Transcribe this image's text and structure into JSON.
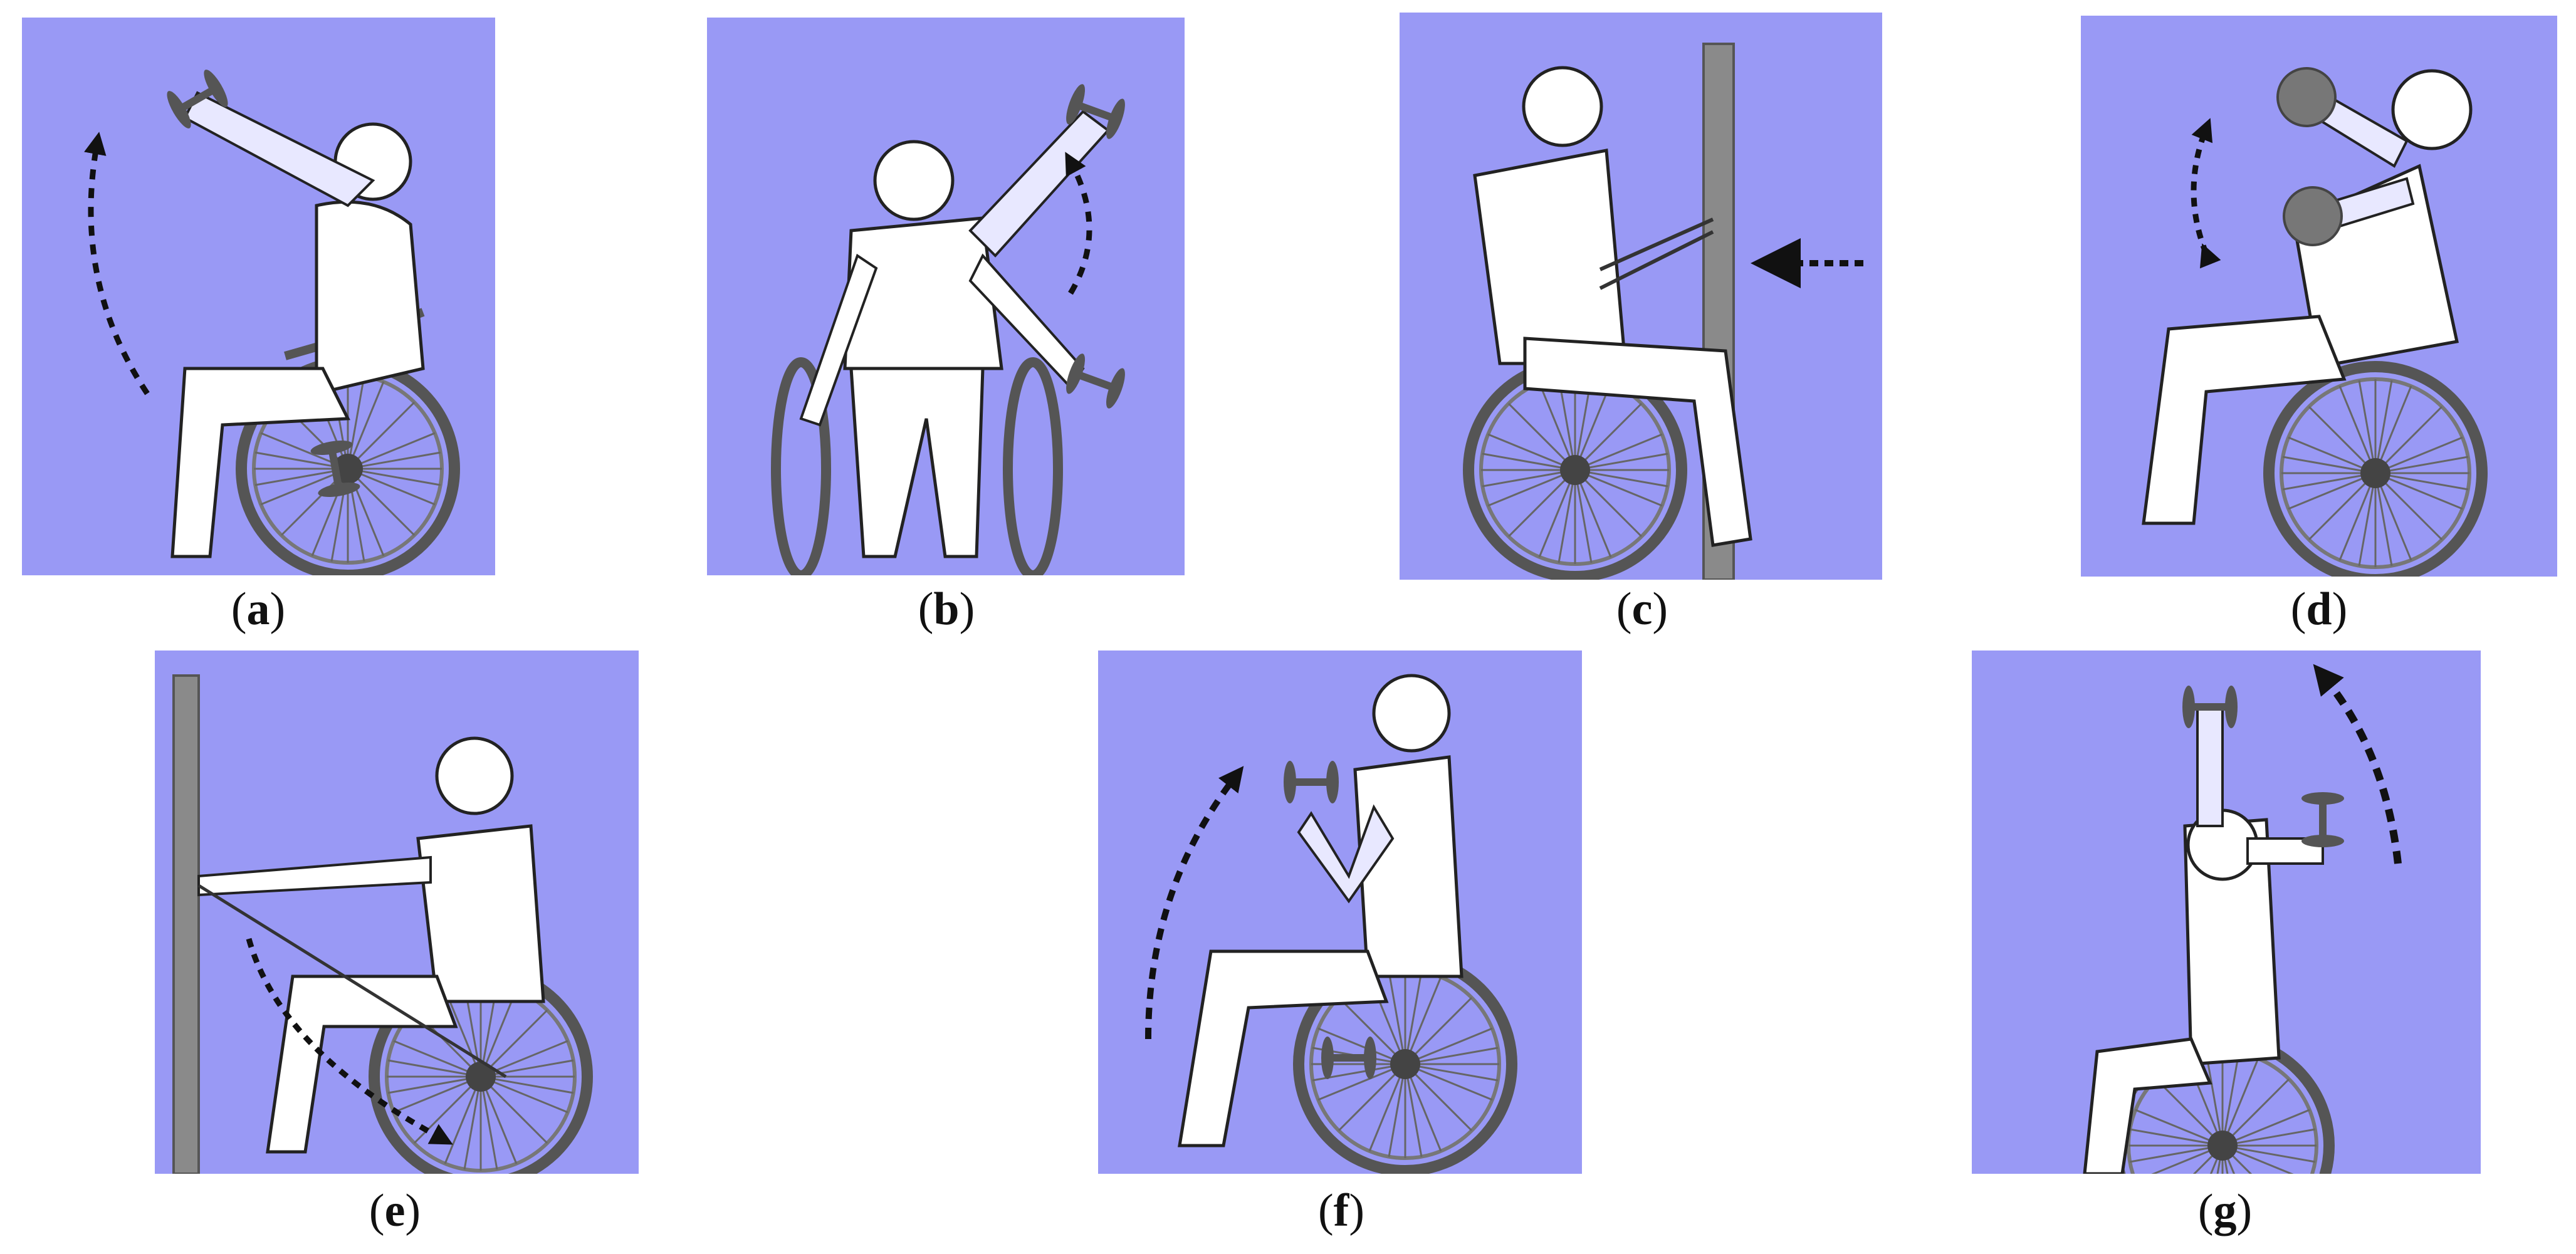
{
  "figure": {
    "background_color": "#9999f5",
    "panels": [
      {
        "id": "a",
        "caption_open": "(",
        "caption_letter": "a",
        "caption_close": ")"
      },
      {
        "id": "b",
        "caption_open": "(",
        "caption_letter": "b",
        "caption_close": ")"
      },
      {
        "id": "c",
        "caption_open": "(",
        "caption_letter": "c",
        "caption_close": ")"
      },
      {
        "id": "d",
        "caption_open": "(",
        "caption_letter": "d",
        "caption_close": ")"
      },
      {
        "id": "e",
        "caption_open": "(",
        "caption_letter": "e",
        "caption_close": ")"
      },
      {
        "id": "f",
        "caption_open": "(",
        "caption_letter": "f",
        "caption_close": ")"
      },
      {
        "id": "g",
        "caption_open": "(",
        "caption_letter": "g",
        "caption_close": ")"
      }
    ]
  }
}
